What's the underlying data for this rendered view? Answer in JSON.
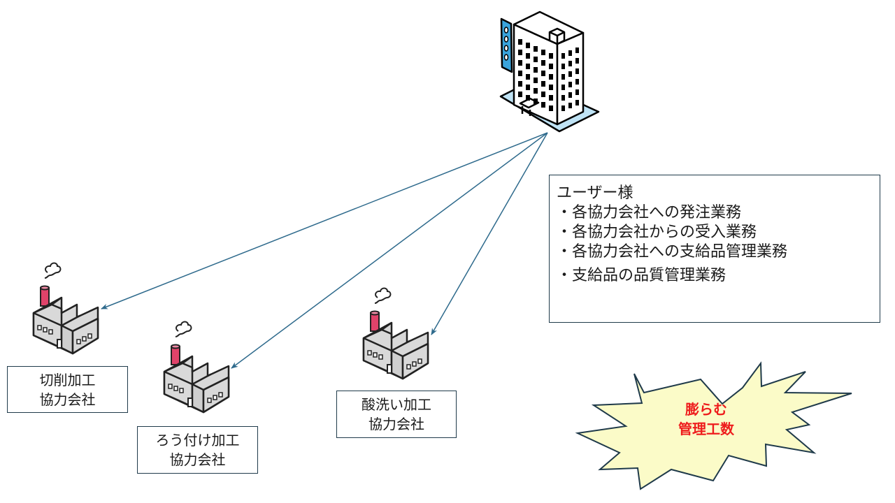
{
  "colors": {
    "arrow": "#2e6a8c",
    "box_border": "#1f3a4a",
    "burst_fill": "#fbfbc8",
    "burst_text": "#ee1c1c",
    "factory_chimney": "#e0436a",
    "factory_body": "#d9d9d9",
    "building_accent": "#3aa4dc"
  },
  "headquarters": {
    "icon": "office-building-icon"
  },
  "info_box": {
    "title": "ユーザー様",
    "items": [
      "・各協力会社への発注業務",
      "・各協力会社からの受入業務",
      "・各協力会社への支給品管理業務",
      "・支給品の品質管理業務"
    ]
  },
  "partners": [
    {
      "icon": "factory-icon",
      "line1": "切削加工",
      "line2": "協力会社"
    },
    {
      "icon": "factory-icon",
      "line1": "ろう付け加工",
      "line2": "協力会社"
    },
    {
      "icon": "factory-icon",
      "line1": "酸洗い加工",
      "line2": "協力会社"
    }
  ],
  "burst": {
    "line1": "膨らむ",
    "line2": "管理工数"
  }
}
